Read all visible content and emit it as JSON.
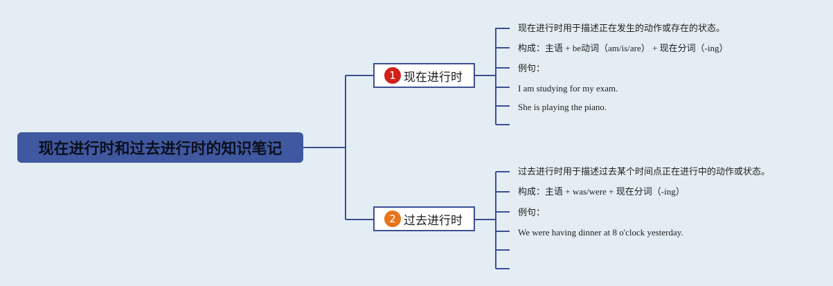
{
  "root": {
    "title": "现在进行时和过去进行时的知识笔记"
  },
  "branches": [
    {
      "badge": "1",
      "title": "现在进行时",
      "items": [
        "现在进行时用于描述正在发生的动作或存在的状态。",
        "构成：主语 + be动词（am/is/are） + 现在分词（-ing）",
        "例句：",
        "I am studying for my exam.",
        "She is playing the piano.",
        ""
      ]
    },
    {
      "badge": "2",
      "title": "过去进行时",
      "items": [
        "过去进行时用于描述过去某个时间点正在进行中的动作或状态。",
        "构成：主语 + was/were + 现在分词（-ing）",
        "例句：",
        "We were having dinner at 8 o'clock yesterday.",
        "",
        ""
      ]
    }
  ],
  "colors": {
    "root_fill": "#4058a0",
    "connector": "#3b4f93",
    "badge1": "#d0211a",
    "badge2": "#e8741b"
  }
}
